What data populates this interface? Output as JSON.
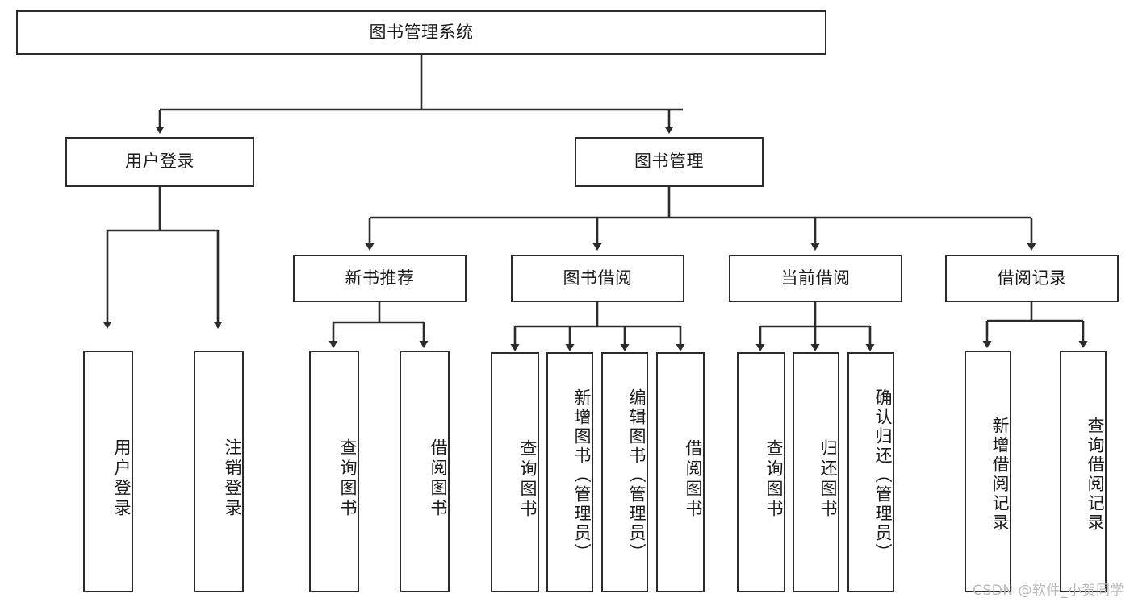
{
  "diagram": {
    "title": "图书管理系统",
    "type": "tree-hierarchy",
    "root": {
      "label": "图书管理系统"
    },
    "level2": [
      {
        "label": "用户登录"
      },
      {
        "label": "图书管理"
      }
    ],
    "level3": [
      {
        "label": "新书推荐"
      },
      {
        "label": "图书借阅"
      },
      {
        "label": "当前借阅"
      },
      {
        "label": "借阅记录"
      }
    ],
    "leaves": {
      "user_login": [
        {
          "label": "用户登录"
        },
        {
          "label": "注销登录"
        }
      ],
      "new_book_recommend": [
        {
          "label": "查询图书"
        },
        {
          "label": "借阅图书"
        }
      ],
      "book_borrow": [
        {
          "label": "查询图书"
        },
        {
          "label": "新增图书（管理员）"
        },
        {
          "label": "编辑图书（管理员）"
        },
        {
          "label": "借阅图书"
        }
      ],
      "current_borrow": [
        {
          "label": "查询图书"
        },
        {
          "label": "归还图书"
        },
        {
          "label": "确认归还（管理员）"
        }
      ],
      "borrow_record": [
        {
          "label": "新增借阅记录"
        },
        {
          "label": "查询借阅记录"
        }
      ]
    }
  },
  "watermark": {
    "text": "CSDN @软件_小贺同学"
  },
  "colors": {
    "stroke": "#2b2b2b",
    "fill": "#ffffff",
    "text": "#1a1a1a",
    "watermark": "#b9b9b9"
  }
}
